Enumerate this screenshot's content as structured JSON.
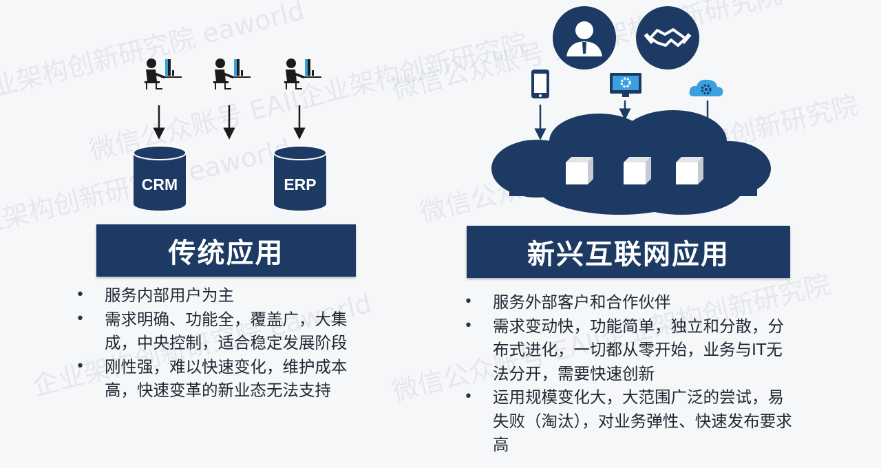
{
  "watermark_lines": [
    "业架构创新研究院 eaworld",
    "微信公众账号 EAII企业架构创新研究院",
    "eaworld 微信公众账号",
    "企业架构创新研究院 eaworld",
    "微信公众账号 企业架构创新研究院"
  ],
  "left": {
    "databases": [
      "CRM",
      "ERP"
    ],
    "title": "传统应用",
    "bullets": [
      "服务内部用户为主",
      "需求明确、功能全，覆盖广，大集成，中央控制，适合稳定发展阶段",
      "刚性强，难以快速变化，维护成本高，快速变革的新业态无法支持"
    ]
  },
  "right": {
    "title": "新兴互联网应用",
    "bullets": [
      "服务外部客户和合作伙伴",
      "需求变动快，功能简单，独立和分散，分布式进化，一切都从零开始，业务与IT无法分开，需要快速创新",
      "运用规模变化大，大范围广泛的尝试，易失败（淘汰），对业务弹性、快速发布要求高"
    ]
  },
  "icons": {
    "users": [
      "user-at-computer-icon",
      "user-at-computer-icon",
      "user-at-computer-icon"
    ],
    "circles": [
      "businessman-icon",
      "handshake-icon"
    ],
    "devices": [
      "smartphone-icon",
      "monitor-gear-icon",
      "cloud-gear-icon"
    ],
    "cubes": [
      "cube-icon",
      "cube-icon",
      "cube-icon"
    ]
  },
  "colors": {
    "navy": "#1c3a63",
    "accent_blue": "#3aa0e0",
    "background": "#f6f7f9"
  }
}
